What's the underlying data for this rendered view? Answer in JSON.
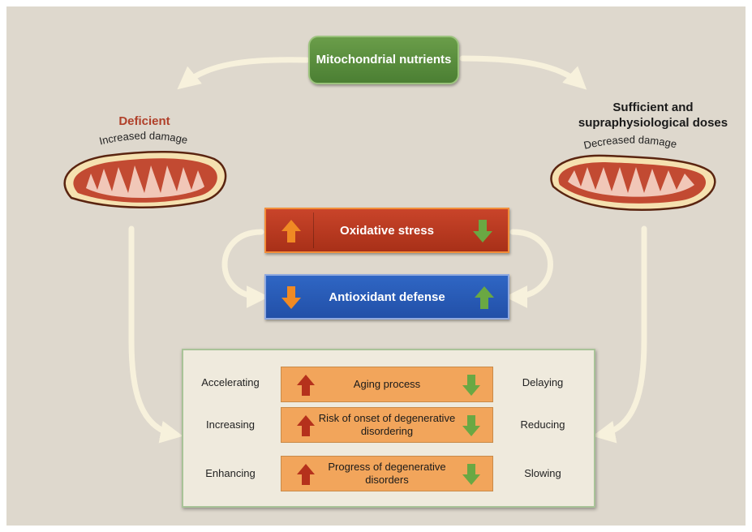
{
  "top": {
    "label": "Mitochondrial nutrients"
  },
  "left": {
    "title": "Deficient",
    "arc_label": "Increased damage"
  },
  "right": {
    "title": "Sufficient and supraphysiological doses",
    "arc_label": "Decreased damage"
  },
  "middle": {
    "oxidative_stress": "Oxidative stress",
    "antioxidant_defense": "Antioxidant defense"
  },
  "effects": {
    "rows": [
      {
        "left": "Accelerating",
        "center": "Aging process",
        "right": "Delaying"
      },
      {
        "left": "Increasing",
        "center": "Risk of onset of degenerative disordering",
        "right": "Reducing"
      },
      {
        "left": "Enhancing",
        "center": "Progress of degenerative disorders",
        "right": "Slowing"
      }
    ]
  },
  "colors": {
    "background": "#ded8cd",
    "nutrients_green": "#5a8f3e",
    "deficient_red": "#b0402a",
    "stress_red": "#b93822",
    "defense_blue": "#2a5cb8",
    "up_orange": "#f08a24",
    "up_red": "#b5311c",
    "down_green": "#6aa843",
    "effects_box": "#efeadd",
    "orange_box": "#f2a55b"
  },
  "icons": [
    "up-arrow-icon",
    "down-arrow-icon",
    "curved-arrow-icon",
    "mitochondrion-icon"
  ]
}
